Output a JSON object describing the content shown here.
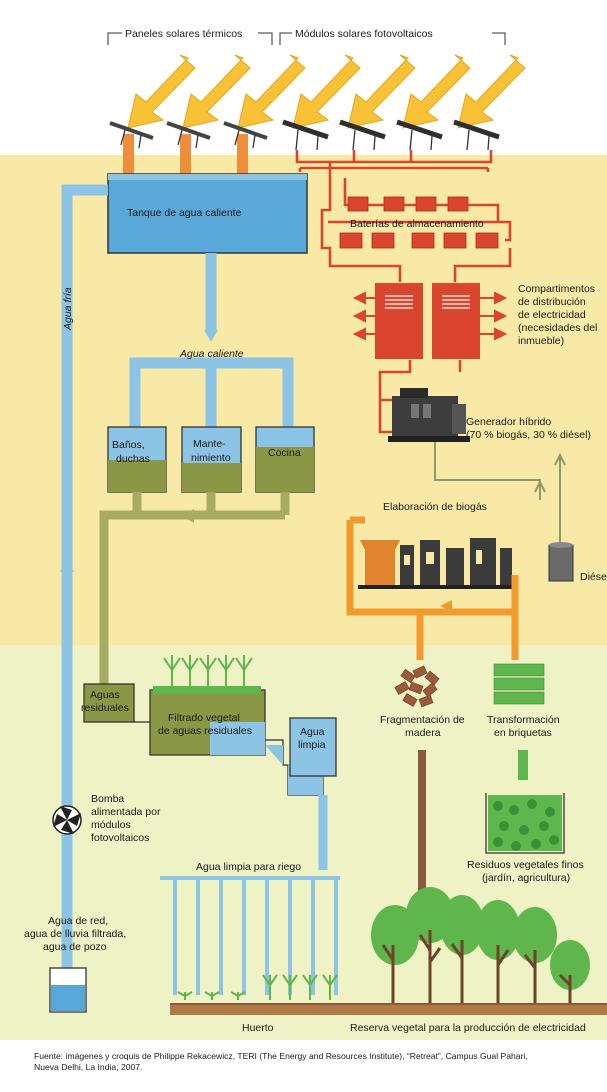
{
  "top_labels": {
    "thermal": "Paneles solares térmicos",
    "pv": "Módulos solares fotovoltaicos"
  },
  "tank": "Tanque de agua caliente",
  "batteries": "Baterías de almacenamiento",
  "distribution": [
    "Compartimentos",
    "de distribución",
    "de electricidad",
    "(necesidades del",
    "inmueble)"
  ],
  "generator": [
    "Generador híbrido",
    "(70 % biogás, 30 % diésel)"
  ],
  "biogas": "Elaboración de biogás",
  "diesel": "Diésel",
  "cold_water": "Agua fría",
  "hot_water": "Agua caliente",
  "rooms": {
    "baths": [
      "Baños,",
      "duchas"
    ],
    "maintenance": [
      "Mante-",
      "nimiento"
    ],
    "kitchen": "Cocina"
  },
  "wastewater": [
    "Aguas",
    "residuales"
  ],
  "filter": [
    "Filtrado vegetal",
    "de aguas residuales"
  ],
  "clean_water": [
    "Agua",
    "limpia"
  ],
  "wood": [
    "Fragmentación de",
    "madera"
  ],
  "briquettes": [
    "Transformación",
    "en briquetas"
  ],
  "pump": [
    "Bomba",
    "alimentada por",
    "módulos",
    "fotovoltaicos"
  ],
  "irrigation": "Agua limpia para riego",
  "residues": [
    "Residuos vegetales finos",
    "(jardín, agricultura)"
  ],
  "water_source": [
    "Agua de red,",
    "agua de lluvia filtrada,",
    "agua de pozo"
  ],
  "garden": "Huerto",
  "reserve": "Reserva vegetal para la producción de electricidad",
  "source": [
    "Fuente: imágenes y croquis de Philippe Rekacewicz, TERI (The Energy and Resources Institute), “Retreat”, Campus Gual Pahari,",
    "Nueva Delhi, La India, 2007."
  ],
  "colors": {
    "sky": "#ffffff",
    "upper_band": "#f8e9a6",
    "lower_band": "#eef2c4",
    "water_blue": "#8cc4e6",
    "tank_blue": "#5aa7da",
    "hot_orange": "#f29a2e",
    "sun_yellow": "#f7c236",
    "electric_red": "#d9452e",
    "olive": "#9aa353",
    "brown": "#8a5a3c",
    "green": "#5fb64d"
  }
}
